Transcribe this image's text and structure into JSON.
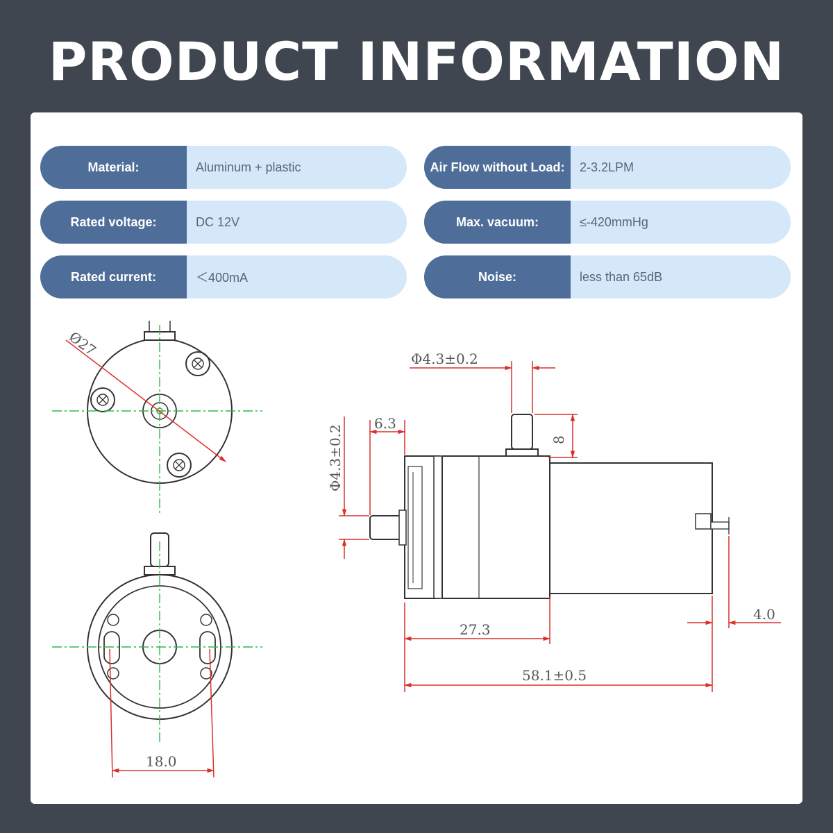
{
  "page": {
    "title": "PRODUCT INFORMATION"
  },
  "specs": [
    {
      "label": "Material:",
      "value": "Aluminum + plastic"
    },
    {
      "label": "Air Flow without Load:",
      "value": "2-3.2LPM"
    },
    {
      "label": "Rated voltage:",
      "value": "DC 12V"
    },
    {
      "label": "Max. vacuum:",
      "value": "≤-420mmHg"
    },
    {
      "label": "Rated current:",
      "value": "＜400mA"
    },
    {
      "label": "Noise:",
      "value": "less than 65dB"
    }
  ],
  "drawing": {
    "dimensions": {
      "diameter": "Ø27",
      "nozzle_diameter_top": "Φ4.3±0.2",
      "nozzle_diameter_side": "Φ4.3±0.2",
      "nozzle_length": "6.3",
      "nozzle_height": "8",
      "head_length": "27.3",
      "total_length": "58.1±0.5",
      "terminal": "4.0",
      "hole_spacing": "18.0"
    },
    "colors": {
      "dimension_line": "#d9302c",
      "center_line": "#2fb84a",
      "outline": "#333333"
    }
  }
}
